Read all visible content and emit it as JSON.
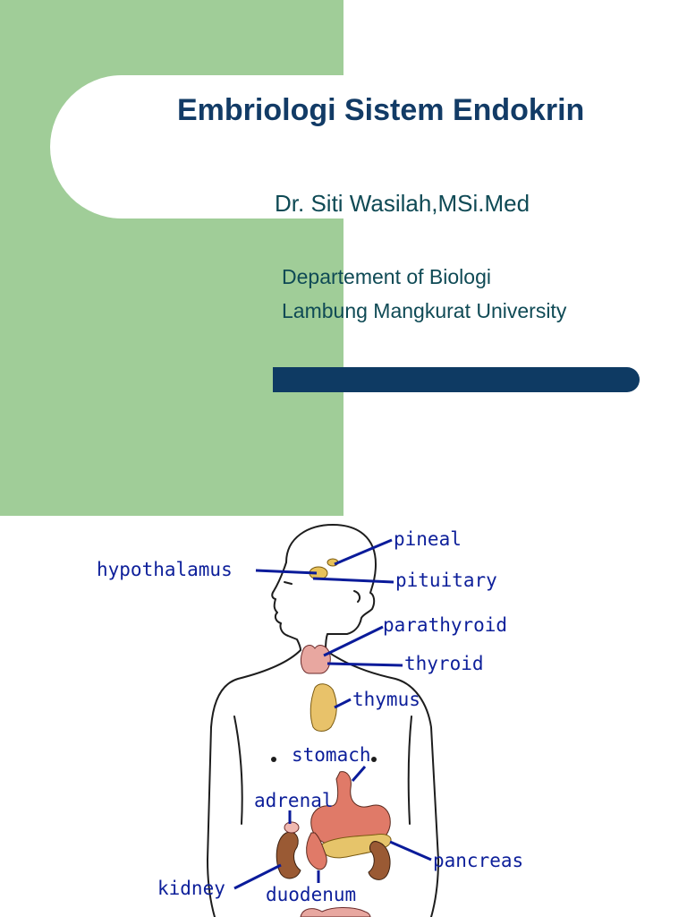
{
  "slide": {
    "title": "Embriologi Sistem Endokrin",
    "author": "Dr. Siti Wasilah,MSi.Med",
    "department_line1": "Departement of Biologi",
    "department_line2": "Lambung Mangkurat University"
  },
  "diagram": {
    "labels": {
      "pineal": "pineal",
      "hypothalamus": "hypothalamus",
      "pituitary": "pituitary",
      "parathyroid": "parathyroid",
      "thyroid": "thyroid",
      "thymus": "thymus",
      "stomach": "stomach",
      "adrenal": "adrenal",
      "pancreas": "pancreas",
      "kidney": "kidney",
      "duodenum": "duodenum"
    }
  },
  "colors": {
    "panel_green": "#a0cd98",
    "title_blue": "#123b66",
    "text_teal": "#0f4a55",
    "bar_navy": "#0e3a63",
    "label_blue": "#0d1f9a"
  }
}
